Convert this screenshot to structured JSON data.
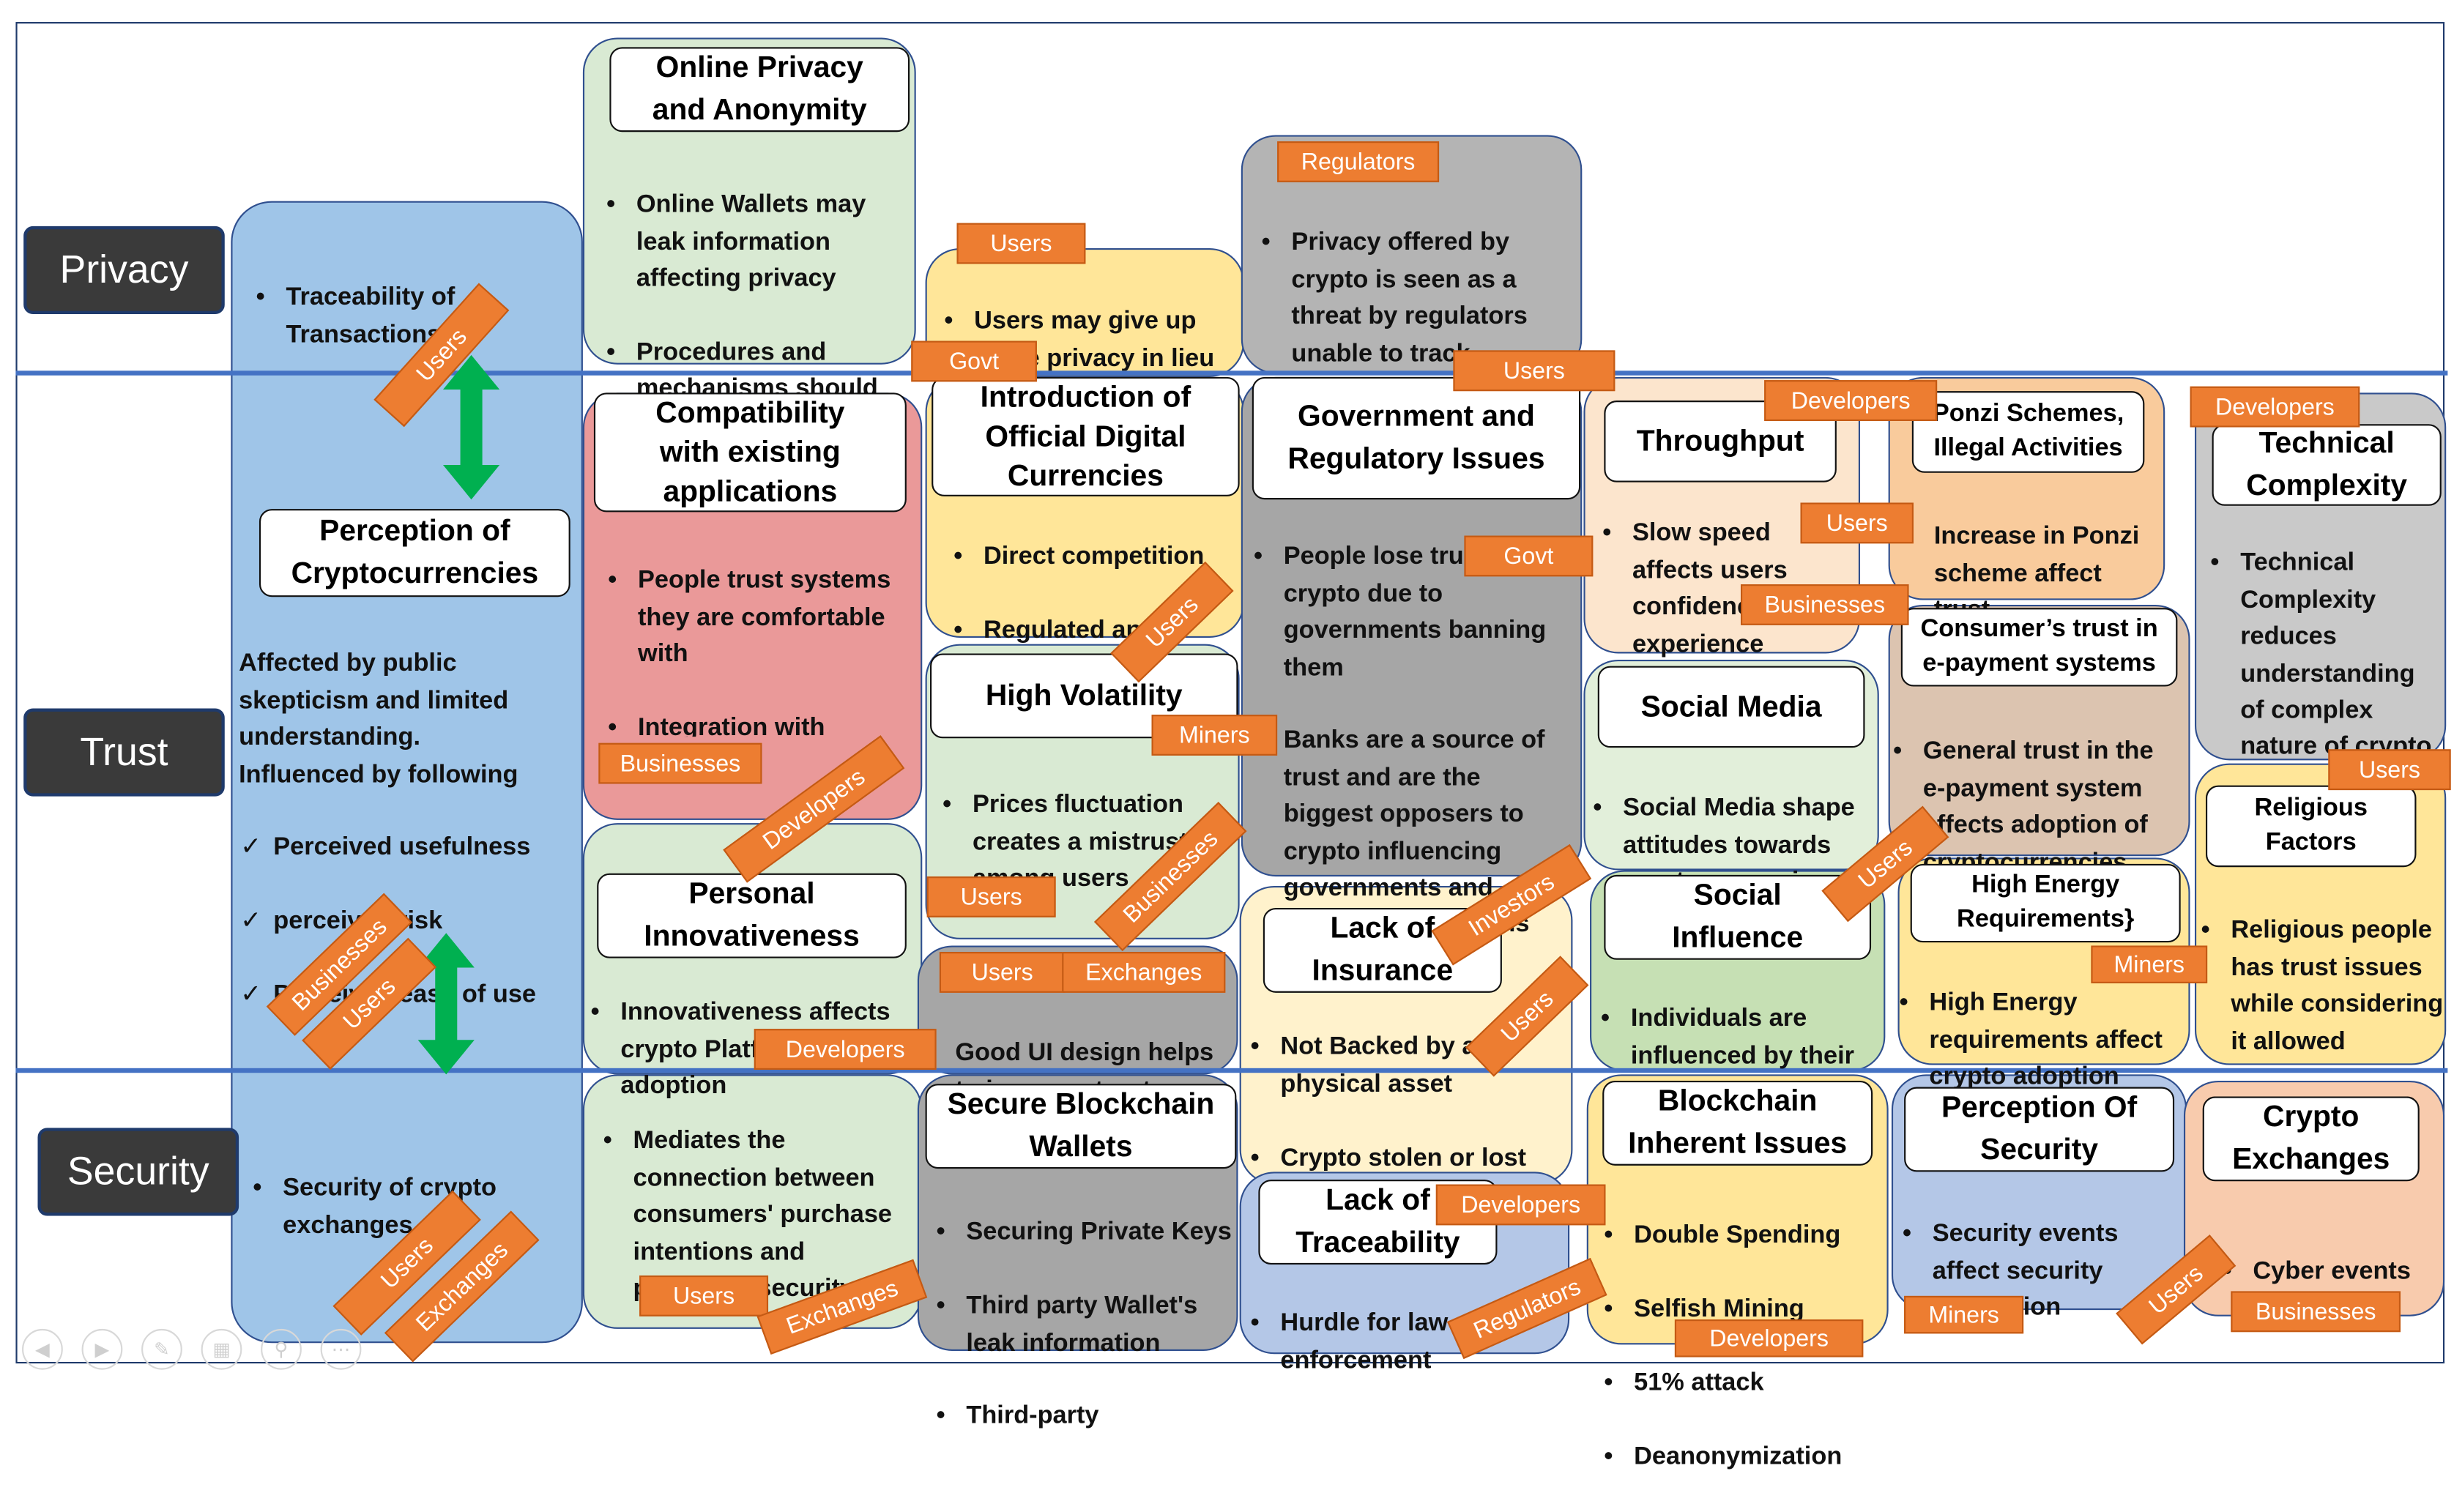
{
  "colors": {
    "row_label_bg": "#3a3a3a",
    "line_blue": "#4472c4",
    "tag_orange": "#ed7d31",
    "arrow_green": "#00b050"
  },
  "rows": {
    "privacy": "Privacy",
    "trust": "Trust",
    "security": "Security"
  },
  "left_panel": {
    "traceability": "Traceability of Transactions",
    "perception_title": "Perception of\nCryptocurrencies",
    "perception_text": "Affected by public skepticism and limited understanding.\nInfluenced by following",
    "checks": [
      "Perceived usefulness",
      "perceived risk",
      "Perceived ease of use"
    ],
    "security_item": "Security of crypto exchanges"
  },
  "online_privacy": {
    "title": "Online Privacy\nand  Anonymity",
    "items": [
      "Online Wallets may leak information affecting privacy",
      "Procedures and mechanisms should be hardened"
    ]
  },
  "users_privacy": {
    "item": "Users may give up some privacy in lieu of regulated currency"
  },
  "regulators_privacy": {
    "item": "Privacy offered by crypto is seen as a threat by regulators unable to track transactions"
  },
  "compatibility": {
    "title": "Compatibility\nwith existing\napplications",
    "items": [
      "People trust systems they are comfortable with",
      "Integration with existing systems is utmost important"
    ]
  },
  "digital_currencies": {
    "title": "Introduction of\nOfficial Digital\nCurrencies",
    "items": [
      "Direct competition",
      "Regulated and backed by Fiat"
    ]
  },
  "government": {
    "title": "Government and\nRegulatory Issues",
    "items": [
      "People lose trust in crypto due to governments banning them",
      "Banks are a source of trust and are the biggest opposers to crypto influencing governments and regulators decisions"
    ]
  },
  "throughput": {
    "title": "Throughput",
    "items": [
      "Slow speed affects users confidence and experience"
    ]
  },
  "ponzi": {
    "title": "Ponzi Schemes,\nIllegal Activities",
    "items": [
      "Increase in Ponzi scheme affect trust"
    ]
  },
  "technical": {
    "title": "Technical\nComplexity",
    "items": [
      "Technical Complexity reduces understanding of complex nature of crypto"
    ]
  },
  "high_volatility": {
    "title": "High Volatility",
    "items": [
      "Prices fluctuation creates a mistrust among users"
    ]
  },
  "social_media": {
    "title": "Social Media",
    "items": [
      "Social Media shape attitudes towards cryptocurrencies"
    ]
  },
  "epayment": {
    "title": "Consumer’s trust in\ne-payment systems",
    "items": [
      "General trust in the e-payment system affects adoption of cryptocurrencies"
    ]
  },
  "religious": {
    "title": "Religious\nFactors",
    "items": [
      "Religious people has trust issues while considering it allowed"
    ]
  },
  "personal": {
    "title": "Personal\nInnovativeness",
    "items": [
      "Innovativeness affects crypto Platforms adoption"
    ],
    "security_items": [
      "Mediates the connection between consumers' purchase intentions and perceived security"
    ]
  },
  "ui_design": {
    "items": [
      "Good UI design helps to increase trust"
    ]
  },
  "insurance": {
    "title": "Lack of\nInsurance",
    "items": [
      "Not Backed by a physical asset",
      "Crypto stolen or lost due to Ponzi Schemes are not recoverable"
    ]
  },
  "social_influence": {
    "title": "Social\nInfluence",
    "items": [
      "Individuals are influenced by their social connections"
    ]
  },
  "high_energy": {
    "title": "High Energy\nRequirements}",
    "items": [
      "High Energy requirements affect crypto adoption"
    ]
  },
  "wallets": {
    "title": "Secure Blockchain\nWallets",
    "items": [
      "Securing Private Keys",
      "Third party Wallet's leak information",
      "Third-party"
    ]
  },
  "traceability": {
    "title": "Lack of\nTraceability",
    "items": [
      "Hurdle for law enforcement"
    ]
  },
  "blockchain": {
    "title": "Blockchain\nInherent Issues",
    "items": [
      "Double Spending",
      "Selfish Mining",
      "51% attack",
      "Deanonymization"
    ]
  },
  "perception_security": {
    "title": "Perception Of\nSecurity",
    "items": [
      "Security events affect security perception"
    ]
  },
  "exchanges": {
    "title": "Crypto\nExchanges",
    "items": [
      "Cyber events effect trust"
    ]
  },
  "tags": {
    "users": "Users",
    "govt": "Govt",
    "regulators": "Regulators",
    "developers": "Developers",
    "businesses": "Businesses",
    "miners": "Miners",
    "exchanges": "Exchanges",
    "investors": "Investors"
  }
}
